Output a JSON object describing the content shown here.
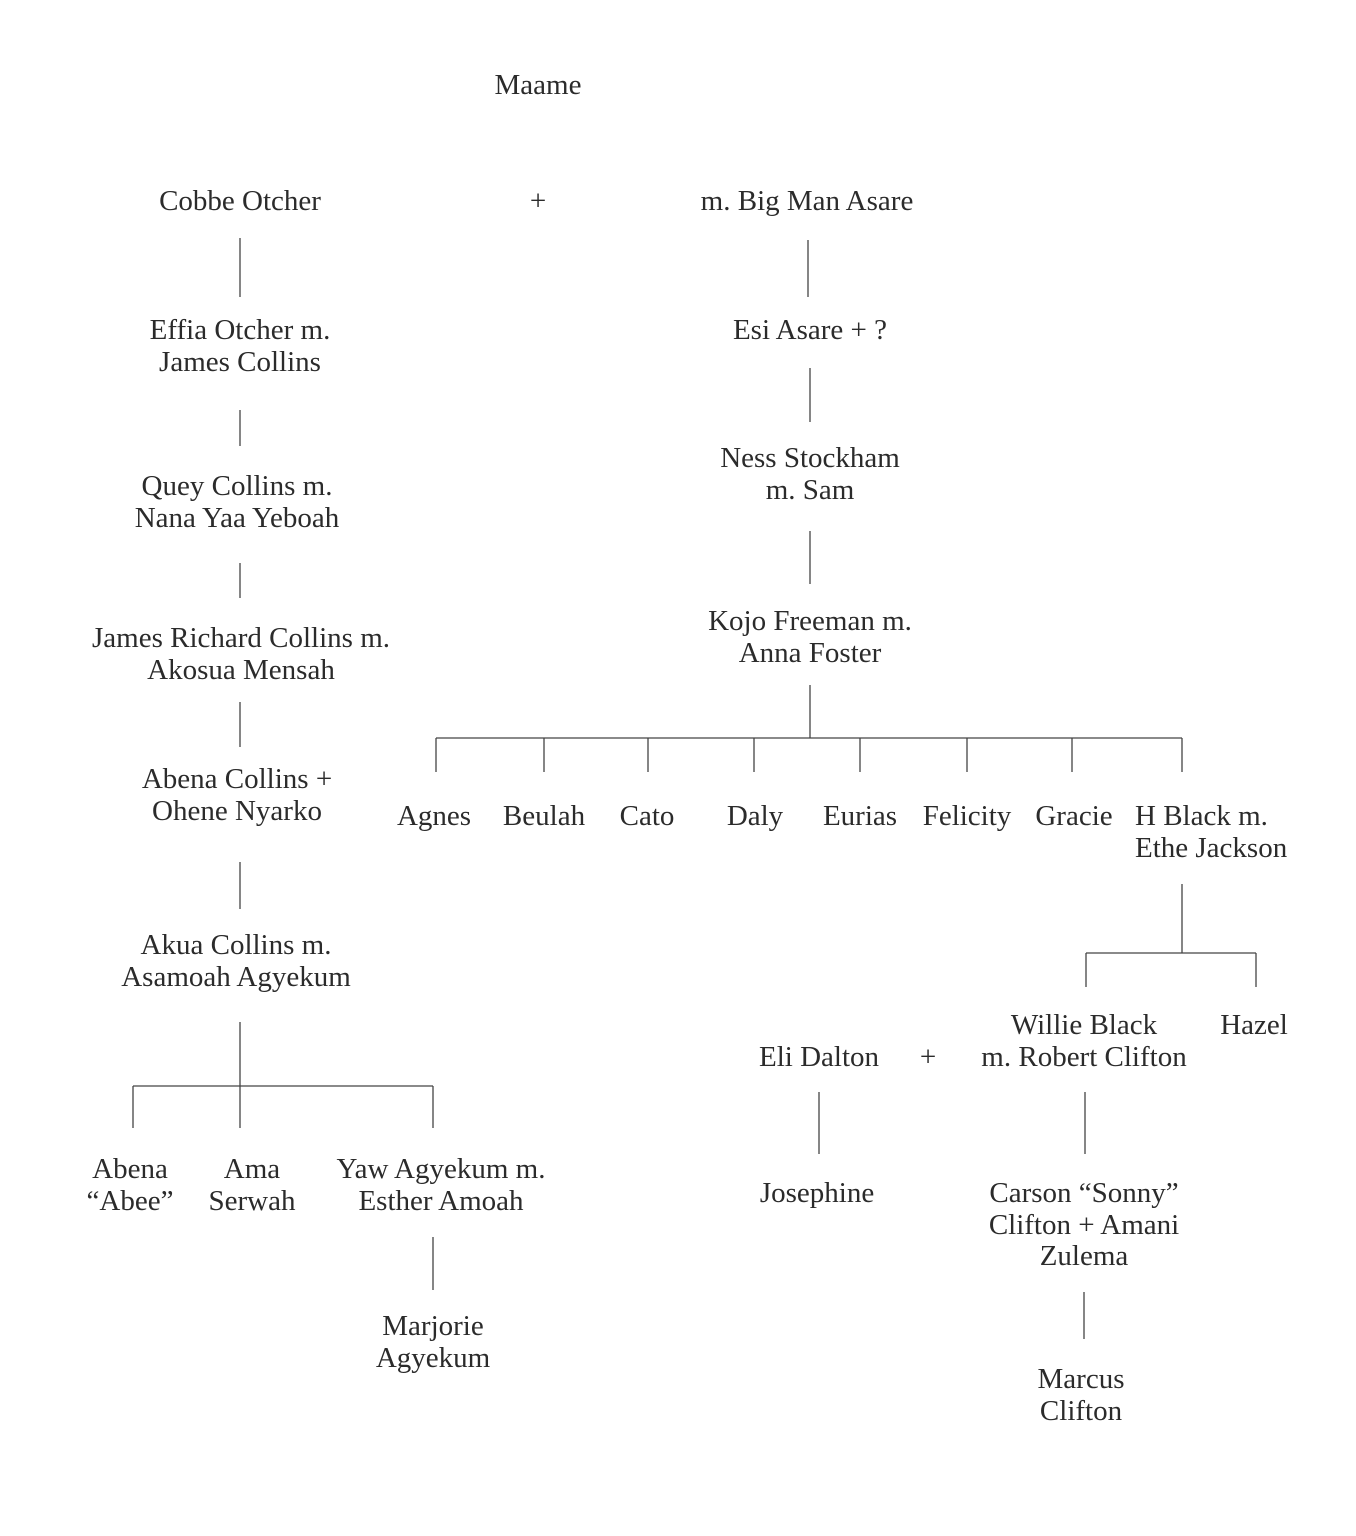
{
  "root": "Maame",
  "plus_sign": "+",
  "left_branch": {
    "ancestor": "Cobbe Otcher",
    "generations": [
      [
        "Effia Otcher m.",
        "James Collins"
      ],
      [
        "Quey Collins m.",
        "Nana Yaa Yeboah"
      ],
      [
        "James Richard Collins m.",
        "Akosua Mensah"
      ],
      [
        "Abena Collins +",
        "Ohene Nyarko"
      ],
      [
        "Akua Collins m.",
        "Asamoah Agyekum"
      ]
    ],
    "children": [
      [
        "Abena",
        "“Abee”"
      ],
      [
        "Ama",
        "Serwah"
      ],
      [
        "Yaw Agyekum m.",
        "Esther Amoah"
      ]
    ],
    "grandchild": [
      "Marjorie",
      "Agyekum"
    ]
  },
  "right_branch": {
    "ancestor": "m. Big Man Asare",
    "generations": [
      [
        "Esi Asare + ?"
      ],
      [
        "Ness Stockham",
        "m. Sam"
      ],
      [
        "Kojo Freeman m.",
        "Anna Foster"
      ]
    ],
    "children": [
      "Agnes",
      "Beulah",
      "Cato",
      "Daly",
      "Eurias",
      "Felicity",
      "Gracie"
    ],
    "h_black": [
      "H Black m.",
      "Ethe Jackson"
    ],
    "h_black_children": {
      "willie": [
        "Willie Black",
        "m. Robert Clifton"
      ],
      "hazel": "Hazel"
    },
    "eli_dalton": "Eli Dalton",
    "josephine": "Josephine",
    "carson": [
      "Carson “Sonny”",
      "Clifton + Amani",
      "Zulema"
    ],
    "marcus": [
      "Marcus",
      "Clifton"
    ]
  }
}
